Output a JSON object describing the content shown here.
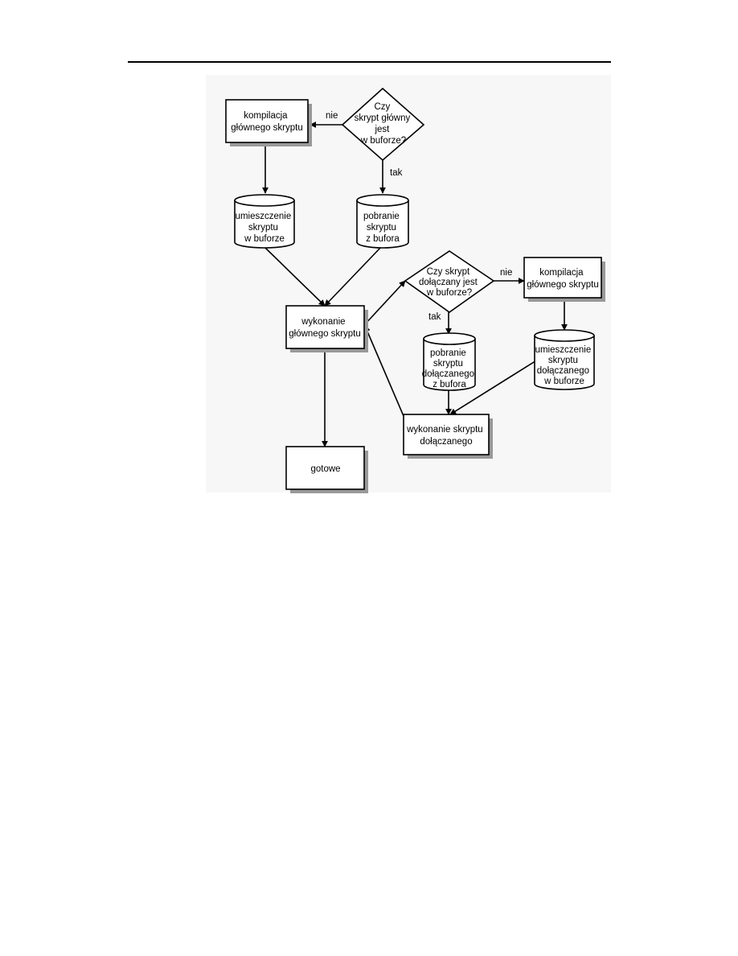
{
  "nodes": {
    "q_main": {
      "lines": [
        "Czy",
        "skrypt główny",
        "jest",
        "w buforze?"
      ]
    },
    "compile_main": {
      "lines": [
        "kompilacja",
        "głównego skryptu"
      ]
    },
    "store_main": {
      "lines": [
        "umieszczenie",
        "skryptu",
        "w buforze"
      ]
    },
    "fetch_main": {
      "lines": [
        "pobranie",
        "skryptu",
        "z bufora"
      ]
    },
    "exec_main": {
      "lines": [
        "wykonanie",
        "głównego skryptu"
      ]
    },
    "done": {
      "lines": [
        "gotowe"
      ]
    },
    "q_inc": {
      "lines": [
        "Czy skrypt",
        "dołączany jest",
        "w buforze?"
      ]
    },
    "compile_inc": {
      "lines": [
        "kompilacja",
        "głównego skryptu"
      ]
    },
    "fetch_inc": {
      "lines": [
        "pobranie",
        "skryptu",
        "dołączanego",
        "z bufora"
      ]
    },
    "store_inc": {
      "lines": [
        "umieszczenie",
        "skryptu",
        "dołączanego",
        "w buforze"
      ]
    },
    "exec_inc": {
      "lines": [
        "wykonanie skryptu",
        "dołączanego"
      ]
    }
  },
  "edge_labels": {
    "main_no": "nie",
    "main_yes": "tak",
    "inc_no": "nie",
    "inc_yes": "tak"
  }
}
